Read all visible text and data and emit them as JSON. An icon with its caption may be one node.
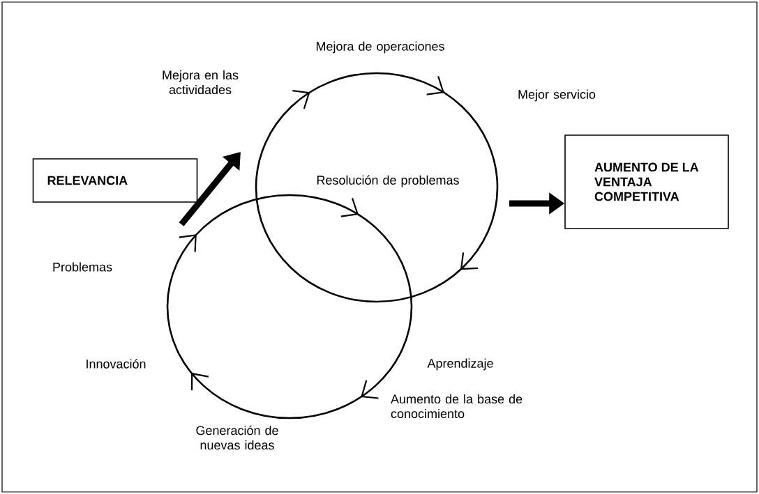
{
  "diagram": {
    "nodes": [
      {
        "text": [
          "RELEVANCIA"
        ]
      },
      {
        "text": [],
        "shape": "circle"
      },
      {
        "text": [],
        "shape": "circle"
      },
      {
        "text": [
          "AUMENTO DE LA VENTAJA COMPETITIVA"
        ]
      }
    ],
    "edges": [
      {
        "from": null,
        "to": 1,
        "arrow": "to"
      },
      {
        "from": 1,
        "to": 3,
        "arrow": "to"
      }
    ],
    "labels": [
      "Mejora de operaciones",
      "Mejora en las actividades",
      "Mejor servicio",
      "Resolución de problemas",
      "Problemas",
      "Innovación",
      "Aprendizaje",
      "Aumento de la base de conocimiento",
      "Generación de nuevas ideas"
    ]
  }
}
